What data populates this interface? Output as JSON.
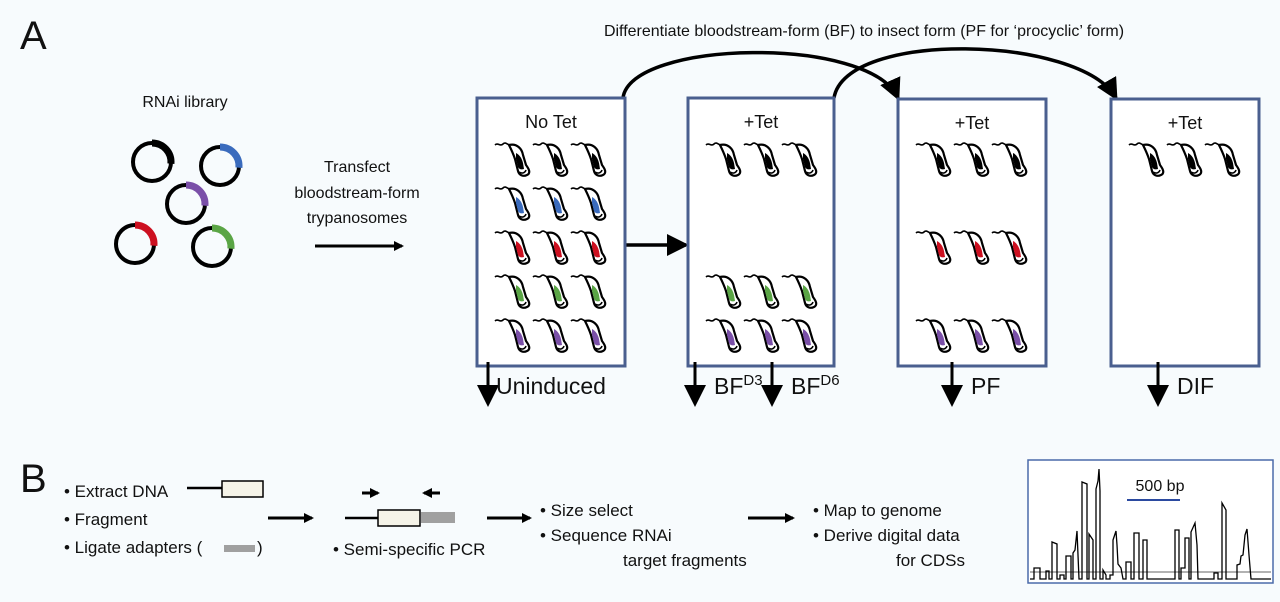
{
  "panel_a": {
    "label": "A",
    "library_label": "RNAi library",
    "plasmids": [
      {
        "insert_color": "#000000"
      },
      {
        "insert_color": "#3a6bbd"
      },
      {
        "insert_color": "#7a4fa8"
      },
      {
        "insert_color": "#cc1020"
      },
      {
        "insert_color": "#5aa545"
      }
    ],
    "transfect_lines": [
      "Transfect",
      "bloodstream-form",
      "trypanosomes"
    ],
    "differentiate_label": "Differentiate  bloodstream-form (BF) to insect form (PF for ‘procyclic’ form)",
    "box_border_color": "#4a5f8f",
    "trypanosome_colors": {
      "black": "#000000",
      "blue": "#3a6bbd",
      "red": "#cc1020",
      "green": "#5aa545",
      "purple": "#7a4fa8"
    },
    "boxes": [
      {
        "title": "No Tet",
        "rows": [
          "black",
          "blue",
          "red",
          "green",
          "purple"
        ],
        "outputs": [
          {
            "main": "Uninduced",
            "sup": ""
          }
        ]
      },
      {
        "title": "+Tet",
        "rows": [
          "black",
          null,
          null,
          "green",
          "purple"
        ],
        "outputs": [
          {
            "main": "BF",
            "sup": "D3"
          },
          {
            "main": "BF",
            "sup": "D6"
          }
        ]
      },
      {
        "title": "+Tet",
        "rows": [
          "black",
          null,
          "red",
          null,
          "purple"
        ],
        "outputs": [
          {
            "main": "PF",
            "sup": ""
          }
        ]
      },
      {
        "title": "+Tet",
        "rows": [
          "black",
          null,
          null,
          null,
          null
        ],
        "outputs": [
          {
            "main": "DIF",
            "sup": ""
          }
        ]
      }
    ]
  },
  "panel_b": {
    "label": "B",
    "step1": [
      "• Extract DNA",
      "• Fragment",
      "• Ligate adapters (",
      ")"
    ],
    "step2": "• Semi-specific PCR",
    "step3": [
      "• Size select",
      "• Sequence RNAi",
      "target fragments"
    ],
    "step4": [
      "• Map to genome",
      "• Derive digital data",
      "for CDSs"
    ],
    "fragment_fill": "#f5f3e8",
    "adapter_color": "#a0a0a0",
    "scale_label": "500 bp",
    "scale_color": "#2b4aa0",
    "trace_box_color": "#4a6aaa"
  }
}
